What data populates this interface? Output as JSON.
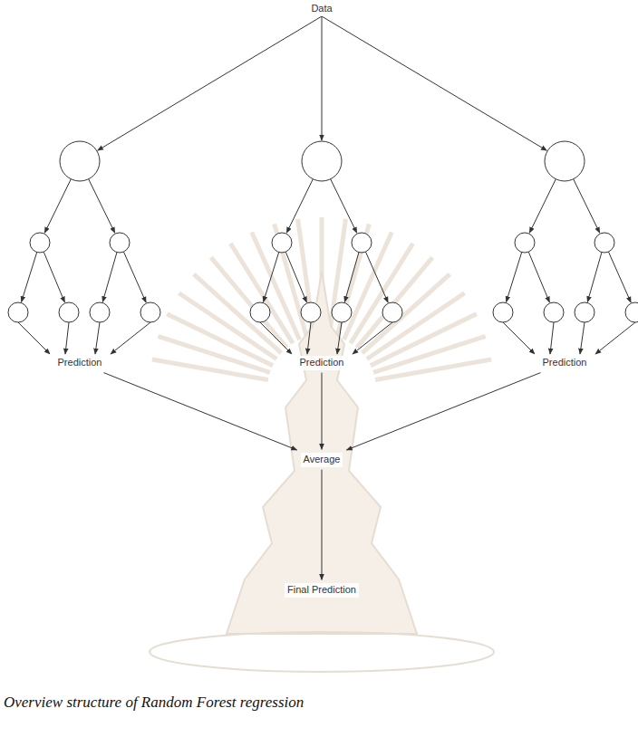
{
  "diagram": {
    "caption": "Overview structure of Random Forest regression",
    "nodes": [
      {
        "text": [
          "Data"
        ]
      },
      {
        "text": [
          "Prediction"
        ]
      },
      {
        "text": [
          "Prediction"
        ]
      },
      {
        "text": [
          "Prediction"
        ]
      },
      {
        "text": [
          "Average"
        ]
      },
      {
        "text": [
          "Final Prediction"
        ]
      }
    ],
    "edges": [
      {
        "from": 1,
        "to": 4,
        "arrow": "to"
      },
      {
        "from": 2,
        "to": 4,
        "arrow": "to"
      },
      {
        "from": 3,
        "to": 4,
        "arrow": "to"
      },
      {
        "from": 4,
        "to": 5,
        "arrow": "to"
      }
    ]
  }
}
